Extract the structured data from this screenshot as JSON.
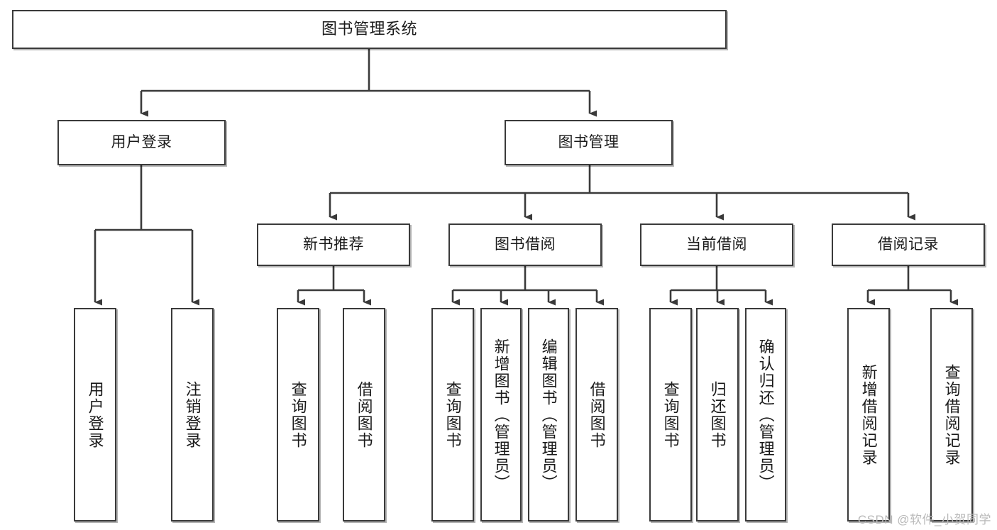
{
  "diagram": {
    "title": "图书管理系统",
    "type": "tree-hierarchy-chart",
    "watermark": "CSDN @软件_小贺同学",
    "colors": {
      "box_border": "#3a3a3a",
      "box_fill": "#ffffff",
      "edge": "#3a3a3a",
      "text": "#1a1a1a",
      "watermark": "#b9b9b9"
    },
    "nodes": {
      "root": {
        "label": "图书管理系统"
      },
      "level2": [
        {
          "label": "用户登录"
        },
        {
          "label": "图书管理"
        }
      ],
      "level3": [
        {
          "label": "新书推荐"
        },
        {
          "label": "图书借阅"
        },
        {
          "label": "当前借阅"
        },
        {
          "label": "借阅记录"
        }
      ],
      "leaves": {
        "user_login": [
          {
            "label": "用户登录"
          },
          {
            "label": "注销登录"
          }
        ],
        "new_book_recommend": [
          {
            "label": "查询图书"
          },
          {
            "label": "借阅图书"
          }
        ],
        "book_borrow": [
          {
            "label": "查询图书"
          },
          {
            "label": "新增图书（管理员）"
          },
          {
            "label": "编辑图书（管理员）"
          },
          {
            "label": "借阅图书"
          }
        ],
        "current_borrow": [
          {
            "label": "查询图书"
          },
          {
            "label": "归还图书"
          },
          {
            "label": "确认归还（管理员）"
          }
        ],
        "borrow_record": [
          {
            "label": "新增借阅记录"
          },
          {
            "label": "查询借阅记录"
          }
        ]
      }
    }
  }
}
